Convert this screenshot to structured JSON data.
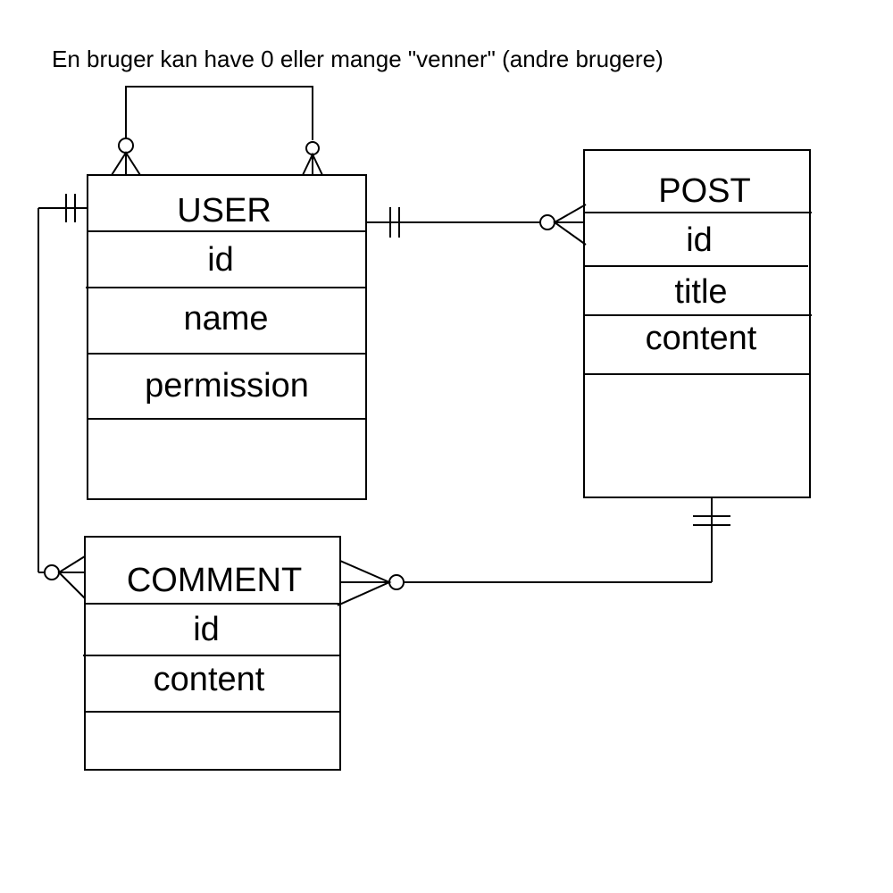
{
  "caption": "En bruger kan have 0 eller mange \"venner\" (andre brugere)",
  "entities": {
    "user": {
      "title": "USER",
      "fields": [
        "id",
        "name",
        "permission"
      ]
    },
    "post": {
      "title": "POST",
      "fields": [
        "id",
        "title",
        "content"
      ]
    },
    "comment": {
      "title": "COMMENT",
      "fields": [
        "id",
        "content"
      ]
    }
  },
  "relationships": [
    {
      "from": "USER",
      "to": "USER",
      "from_cardinality": "zero-or-many",
      "to_cardinality": "zero-or-many"
    },
    {
      "from": "USER",
      "to": "POST",
      "from_cardinality": "exactly-one",
      "to_cardinality": "zero-or-many"
    },
    {
      "from": "USER",
      "to": "COMMENT",
      "from_cardinality": "exactly-one",
      "to_cardinality": "zero-or-many"
    },
    {
      "from": "POST",
      "to": "COMMENT",
      "from_cardinality": "exactly-one",
      "to_cardinality": "zero-or-many"
    }
  ]
}
